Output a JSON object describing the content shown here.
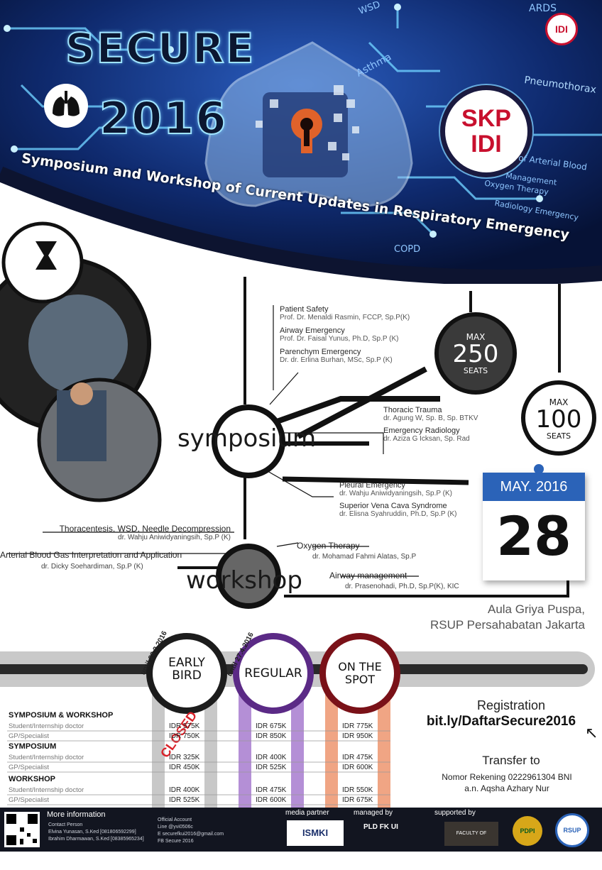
{
  "header": {
    "title_line1": "SECURE",
    "title_line2": "2016",
    "subtitle": "Symposium and Workshop of Current Updates in Respiratory Emergency",
    "topics": [
      "WSD",
      "ARDS",
      "Asthma",
      "Pneumothorax",
      "of Arterial Blood",
      "Management",
      "Oxygen Therapy",
      "Radiology Emergency",
      "COPD"
    ],
    "badge_top": "IDI",
    "skp_line1": "SKP",
    "skp_line2": "IDI"
  },
  "program": {
    "symposium_label": "symposium",
    "workshop_label": "workshop",
    "symposium_group1": [
      {
        "title": "Patient Safety",
        "speaker": "Prof. Dr. Menaldi Rasmin, FCCP, Sp.P(K)"
      },
      {
        "title": "Airway Emergency",
        "speaker": "Prof. Dr. Faisal Yunus, Ph.D, Sp.P (K)"
      },
      {
        "title": "Parenchym Emergency",
        "speaker": "Dr. dr. Erlina Burhan, MSc, Sp.P (K)"
      }
    ],
    "symposium_group2": [
      {
        "title": "Thoracic Trauma",
        "speaker": "dr. Agung W, Sp. B, Sp. BTKV"
      },
      {
        "title": "Emergency Radiology",
        "speaker": "dr. Aziza G Icksan, Sp. Rad"
      }
    ],
    "symposium_group3": [
      {
        "title": "Pleural Emergency",
        "speaker": "dr. Wahju Aniwidyaningsih, Sp.P (K)"
      },
      {
        "title": "Superior Vena Cava Syndrome",
        "speaker": "dr. Elisna Syahruddin, Ph.D, Sp.P (K)"
      }
    ],
    "workshop_left": [
      {
        "title": "Thoracentesis, WSD, Needle Decompression",
        "speaker": "dr. Wahju Aniwidyaningsih, Sp.P (K)"
      },
      {
        "title": "Arterial Blood Gas Interpretation and Application",
        "speaker": "dr. Dicky Soehardiman, Sp.P (K)"
      }
    ],
    "workshop_right": [
      {
        "title": "Oxygen Therapy",
        "speaker": "dr. Mohamad Fahmi Alatas, Sp.P"
      },
      {
        "title": "Airway management",
        "speaker": "dr. Prasenohadi, Ph.D, Sp.P(K), KIC"
      }
    ],
    "seats_symposium": {
      "max": "MAX",
      "count": "250",
      "unit": "SEATS"
    },
    "seats_workshop": {
      "max": "MAX",
      "count": "100",
      "unit": "SEATS"
    }
  },
  "event": {
    "month": "MAY. 2016",
    "day": "28",
    "venue_line1": "Aula Griya Puspa,",
    "venue_line2": "RSUP Persahabatan Jakarta"
  },
  "pricing": {
    "tiers": [
      {
        "label": "EARLY BIRD",
        "until": "until 28.2.2016",
        "color": "#1c1c1c",
        "bar": "#c8c8c8"
      },
      {
        "label": "REGULAR",
        "until": "until 27.4.2016",
        "color": "#5b2a86",
        "bar": "#b48fd6"
      },
      {
        "label": "ON THE SPOT",
        "until": "",
        "color": "#7a1118",
        "bar": "#f0a584"
      }
    ],
    "closed_stamp": "CLOSED",
    "sections": [
      {
        "name": "SYMPOSIUM & WORKSHOP",
        "rows": [
          {
            "category": "Student/Internship doctor",
            "prices": [
              "IDR 575K",
              "IDR 675K",
              "IDR 775K"
            ]
          },
          {
            "category": "GP/Specialist",
            "prices": [
              "IDR 750K",
              "IDR 850K",
              "IDR 950K"
            ]
          }
        ]
      },
      {
        "name": "SYMPOSIUM",
        "rows": [
          {
            "category": "Student/Internship doctor",
            "prices": [
              "IDR 325K",
              "IDR 400K",
              "IDR 475K"
            ]
          },
          {
            "category": "GP/Specialist",
            "prices": [
              "IDR 450K",
              "IDR 525K",
              "IDR 600K"
            ]
          }
        ]
      },
      {
        "name": "WORKSHOP",
        "rows": [
          {
            "category": "Student/Internship doctor",
            "prices": [
              "IDR 400K",
              "IDR 475K",
              "IDR 550K"
            ]
          },
          {
            "category": "GP/Specialist",
            "prices": [
              "IDR 525K",
              "IDR 600K",
              "IDR 675K"
            ]
          }
        ]
      }
    ]
  },
  "registration": {
    "label": "Registration",
    "url": "bit.ly/DaftarSecure2016",
    "transfer_label": "Transfer to",
    "account": "Nomor Rekening 0222961304 BNI",
    "account_name": "a.n. Aqsha Azhary Nur"
  },
  "footer": {
    "more_info": "More information",
    "contact_person": "Contact Person",
    "contact1": "Elvina Yunasan, S.Ked [081806592299]",
    "contact2": "Ibrahim Dharmawan, S.Ked [08385965234]",
    "official_account": "Official Account",
    "line": "Line @yvi0506c",
    "email": "E securefkui2016@gmail.com",
    "fb": "FB Secure 2016",
    "media_partner": "media partner",
    "managed_by": "managed by",
    "supported_by": "supported by",
    "ismki": "ISMKI",
    "pld": "PLD FK UI",
    "faculty": "FACULTY OF MEDICINE",
    "pdpi": "PDPI",
    "rsup": "RSUP"
  }
}
